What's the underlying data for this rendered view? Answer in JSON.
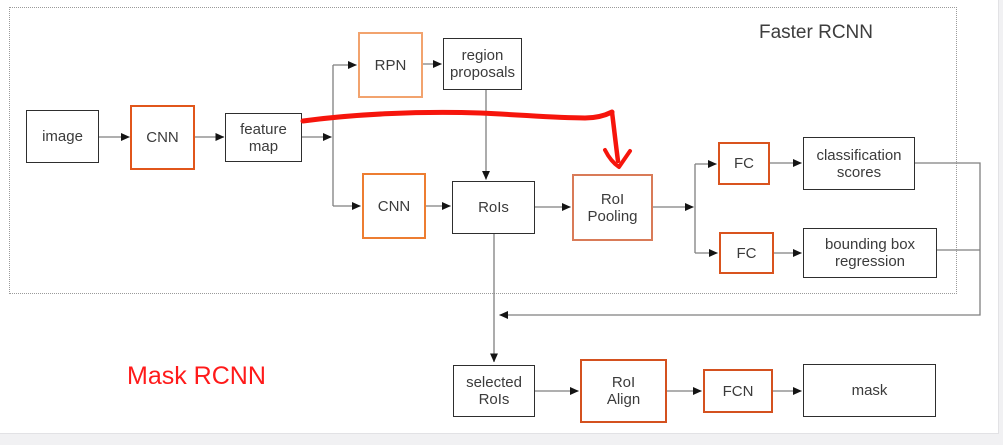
{
  "slide": {
    "faster_rcnn_label": "Faster RCNN",
    "mask_rcnn_label": "Mask RCNN"
  },
  "nodes": {
    "image": "image",
    "cnn_top": "CNN",
    "feature_map": "feature\nmap",
    "rpn": "RPN",
    "region_proposals": "region\nproposals",
    "cnn_bottom": "CNN",
    "rois": "RoIs",
    "roi_pooling": "RoI\nPooling",
    "fc_top": "FC",
    "classification_scores": "classification\nscores",
    "fc_bottom": "FC",
    "bounding_box_regression": "bounding box\nregression",
    "selected_rois": "selected\nRoIs",
    "roi_align": "RoI\nAlign",
    "fcn": "FCN",
    "mask": "mask"
  },
  "colors": {
    "node_text": "#3b3b3b",
    "black_border": "#2e2e2e",
    "cnn_top_border": "#e1561b",
    "rpn_border": "#f2a36e",
    "cnn_bottom_border": "#ed7d31",
    "roi_pooling_border": "#d97b58",
    "fc_border": "#d9531e",
    "roi_align_border": "#d4511f",
    "fcn_border": "#d4511f",
    "connector_gray": "#7f7f7f",
    "arrowhead_black": "#141414",
    "dotted_border_gray": "#9a9a9a",
    "faster_rcnn_text": "#3d3d3d",
    "mask_rcnn_red": "#ff1a1a",
    "annotation_red": "#f6150c",
    "page_white": "#ffffff",
    "desktop_gray": "#f1f1f3"
  }
}
